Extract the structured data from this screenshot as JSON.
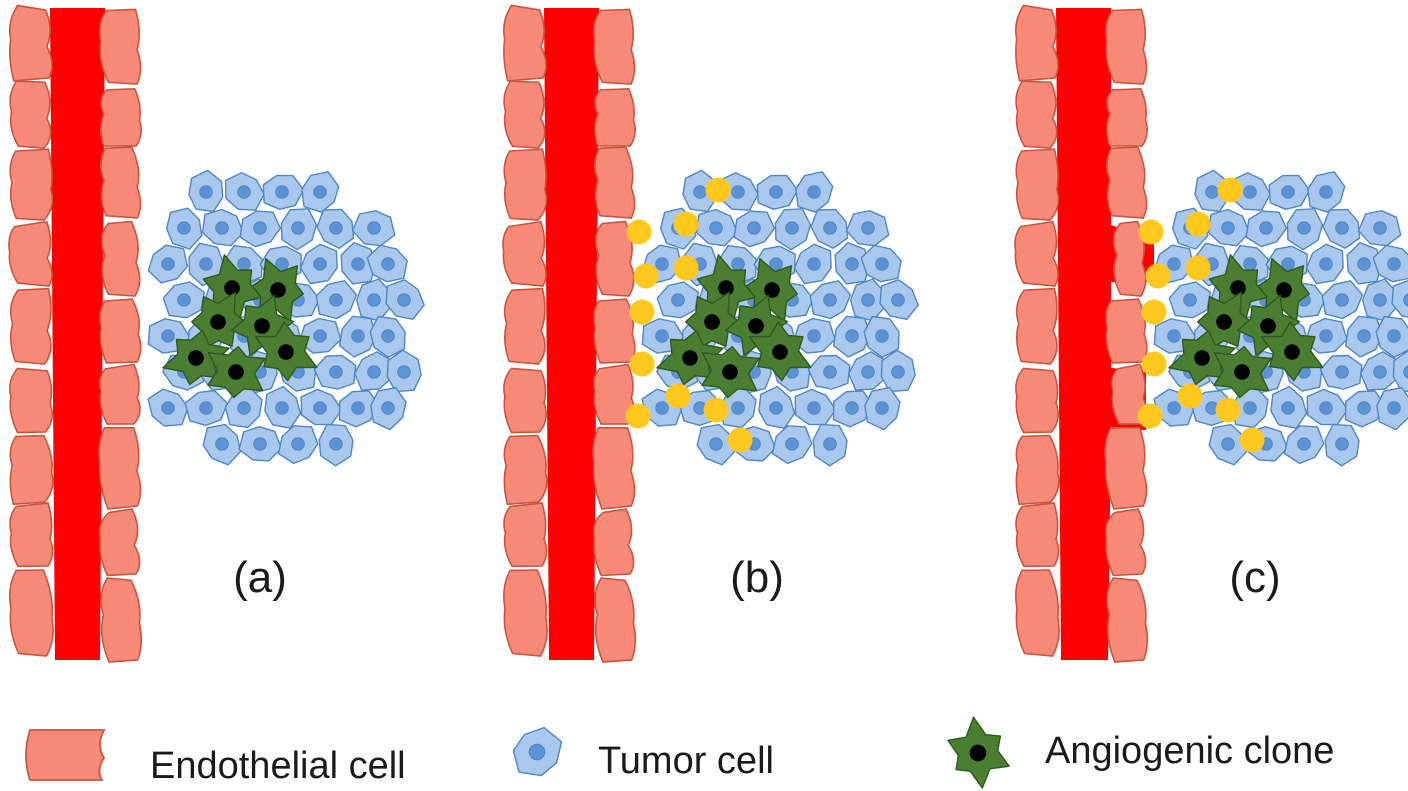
{
  "panels": [
    {
      "id": "a",
      "label": "(a)",
      "signals": false,
      "sprouts": false
    },
    {
      "id": "b",
      "label": "(b)",
      "signals": true,
      "sprouts": false
    },
    {
      "id": "c",
      "label": "(c)",
      "signals": true,
      "sprouts": true
    }
  ],
  "legend": {
    "endothelial": "Endothelial cell",
    "tumor": "Tumor cell",
    "angiogenic": "Angiogenic clone"
  },
  "colors": {
    "vessel_lumen": "#ff0000",
    "endothelial_fill": "#fa8a78",
    "endothelial_stroke": "#c8553f",
    "tumor_fill": "#a9c8ee",
    "tumor_stroke": "#4f86c6",
    "tumor_nucleus": "#5b93d4",
    "clone_fill": "#4a7f32",
    "clone_stroke": "#2e5a1e",
    "clone_nucleus": "#000000",
    "signal_fill": "#ffc81e"
  }
}
